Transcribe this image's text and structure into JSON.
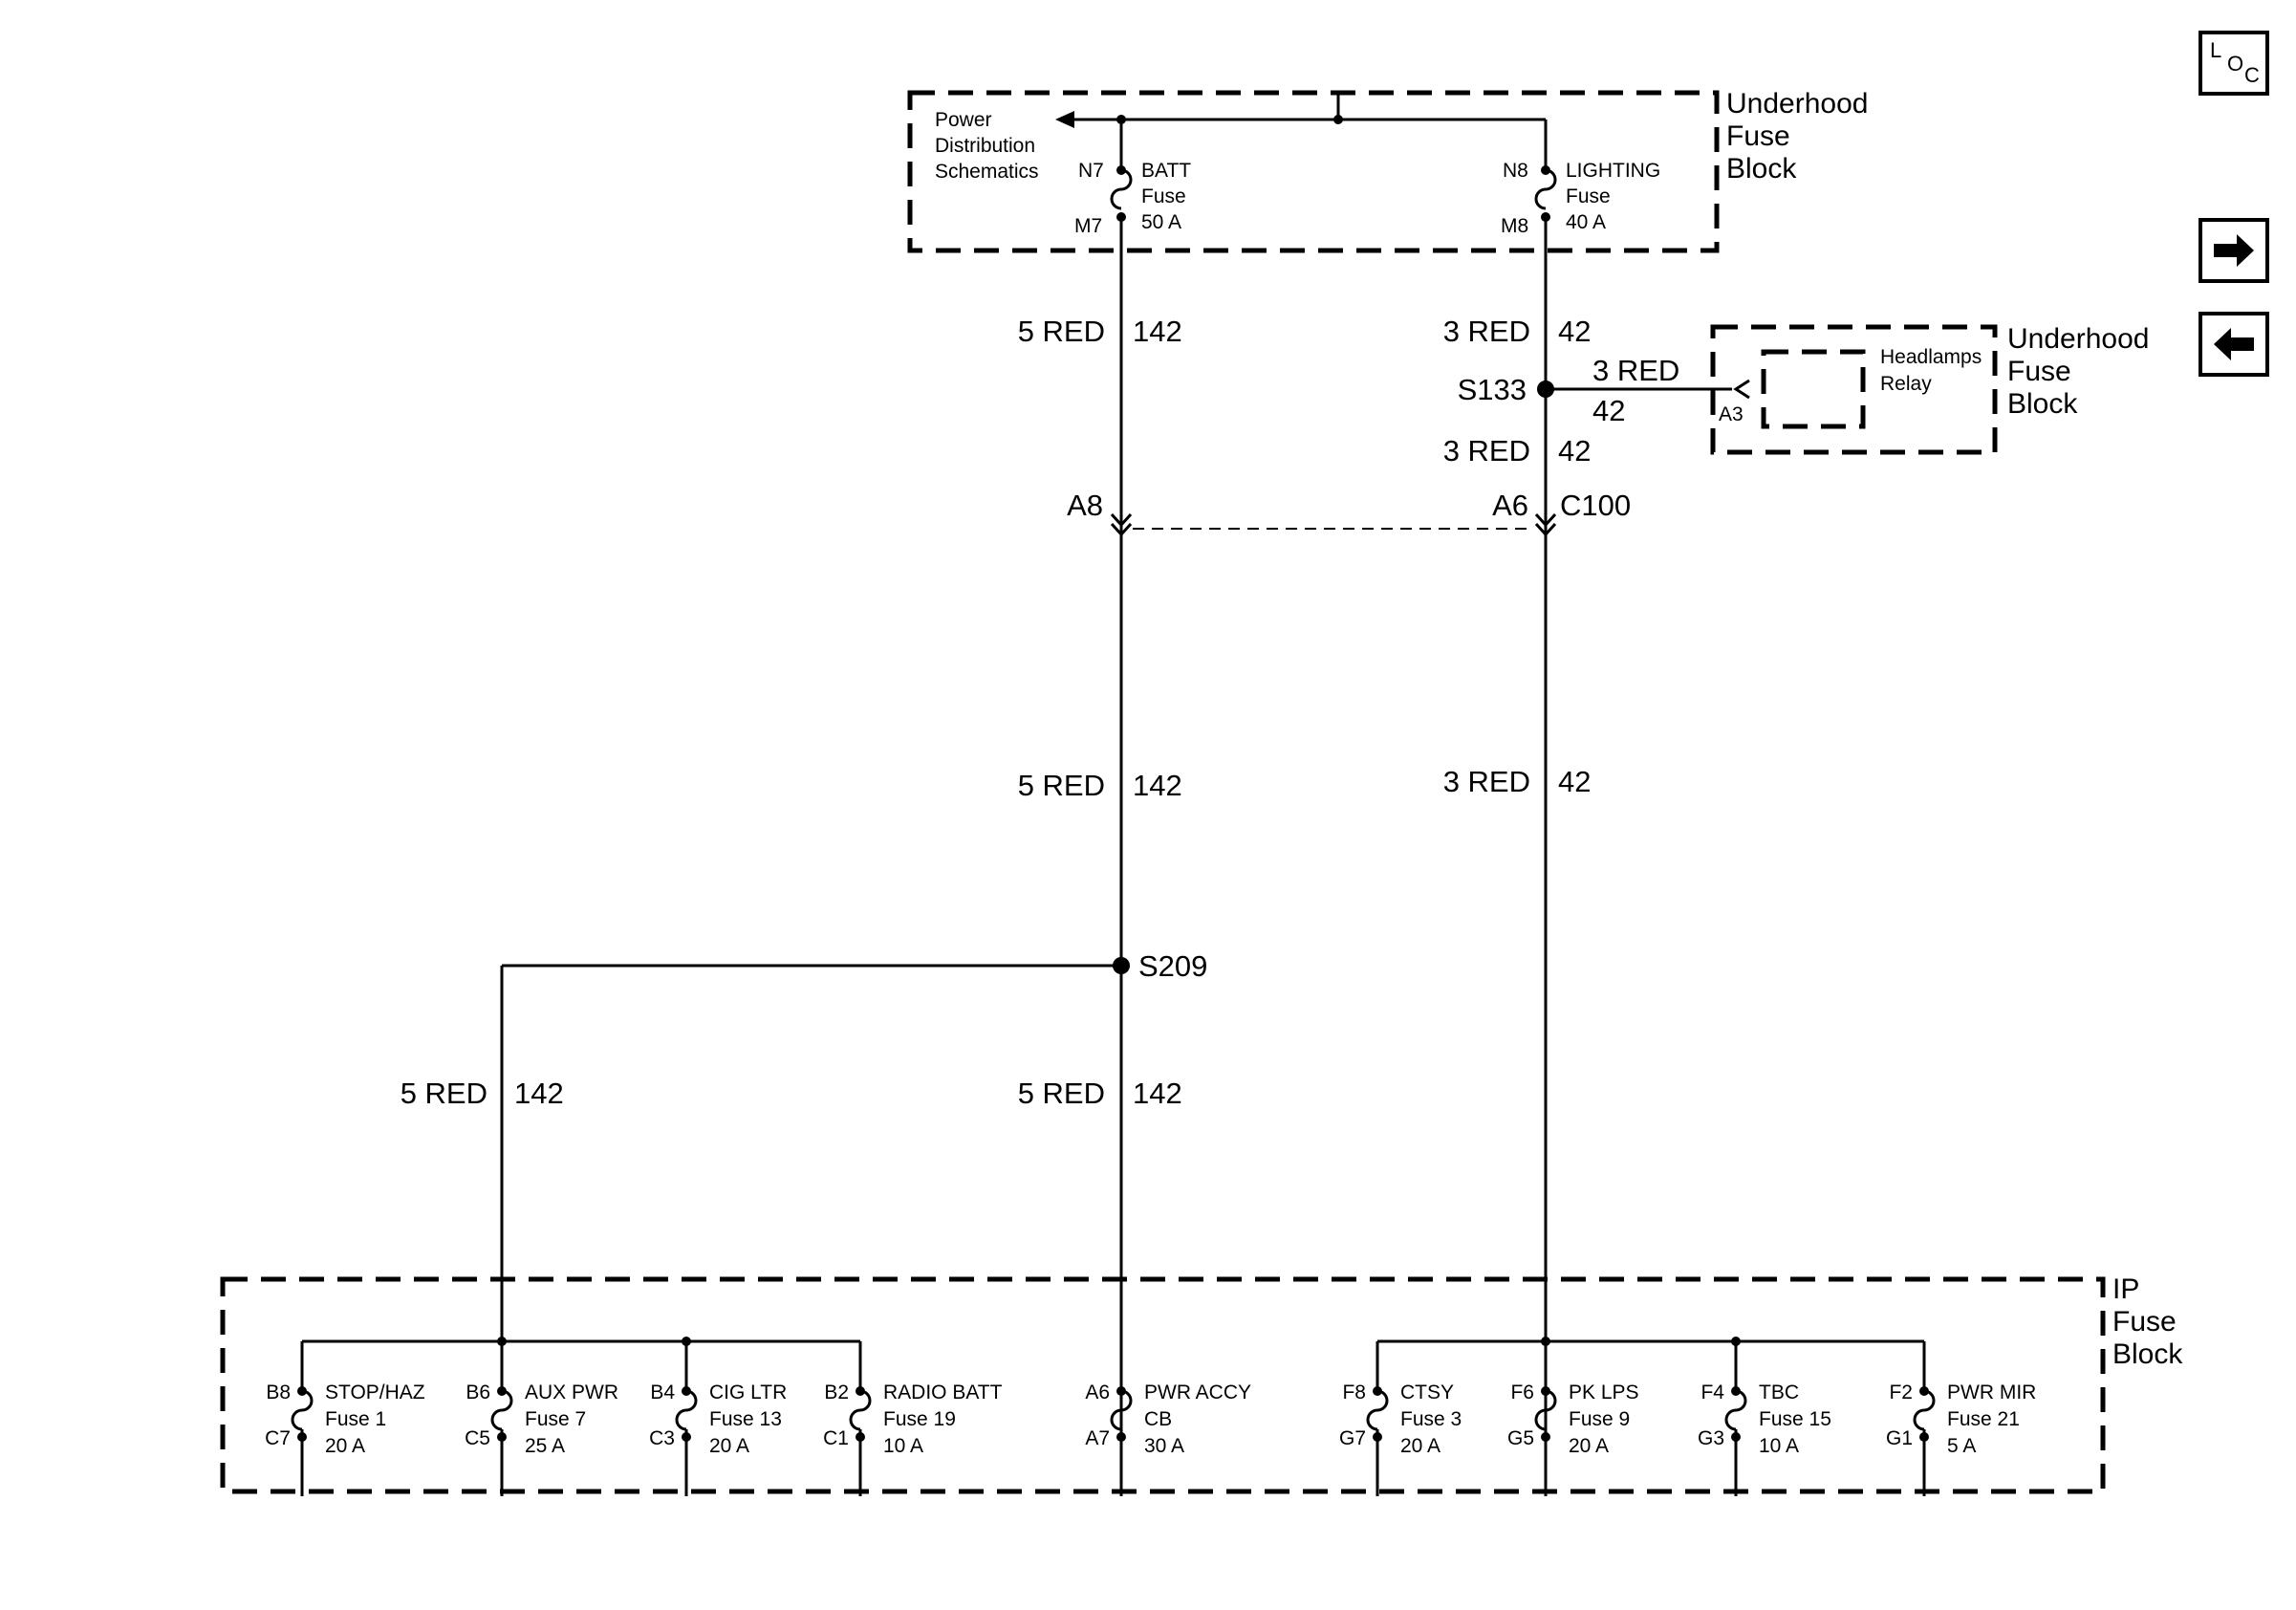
{
  "nav": {
    "loc_letters": [
      "L",
      "O",
      "C"
    ]
  },
  "components": {
    "underhood_top": {
      "title_lines": [
        "Underhood",
        "Fuse",
        "Block"
      ],
      "pds_lines": [
        "Power",
        "Distribution",
        "Schematics"
      ],
      "batt": {
        "in_pin": "N7",
        "out_pin": "M7",
        "lines": [
          "BATT",
          "Fuse",
          "50 A"
        ]
      },
      "lighting": {
        "in_pin": "N8",
        "out_pin": "M8",
        "lines": [
          "LIGHTING",
          "Fuse",
          "40 A"
        ]
      }
    },
    "underhood_relay": {
      "title_lines": [
        "Underhood",
        "Fuse",
        "Block"
      ],
      "pin": "A3",
      "relay_lines": [
        "Headlamps",
        "Relay"
      ]
    },
    "ip_block": {
      "title_lines": [
        "IP",
        "Fuse",
        "Block"
      ],
      "fuses": [
        {
          "in_pin": "B8",
          "out_pin": "C7",
          "lines": [
            "STOP/HAZ",
            "Fuse 1",
            "20 A"
          ]
        },
        {
          "in_pin": "B6",
          "out_pin": "C5",
          "lines": [
            "AUX PWR",
            "Fuse 7",
            "25 A"
          ]
        },
        {
          "in_pin": "B4",
          "out_pin": "C3",
          "lines": [
            "CIG LTR",
            "Fuse 13",
            "20 A"
          ]
        },
        {
          "in_pin": "B2",
          "out_pin": "C1",
          "lines": [
            "RADIO BATT",
            "Fuse 19",
            "10 A"
          ]
        },
        {
          "in_pin": "A6",
          "out_pin": "A7",
          "lines": [
            "PWR ACCY",
            "CB",
            "30 A"
          ]
        },
        {
          "in_pin": "F8",
          "out_pin": "G7",
          "lines": [
            "CTSY",
            "Fuse 3",
            "20 A"
          ]
        },
        {
          "in_pin": "F6",
          "out_pin": "G5",
          "lines": [
            "PK LPS",
            "Fuse 9",
            "20 A"
          ]
        },
        {
          "in_pin": "F4",
          "out_pin": "G3",
          "lines": [
            "TBC",
            "Fuse 15",
            "10 A"
          ]
        },
        {
          "in_pin": "F2",
          "out_pin": "G1",
          "lines": [
            "PWR MIR",
            "Fuse 21",
            "5 A"
          ]
        }
      ]
    }
  },
  "wires": {
    "batt_upper": {
      "color": "5 RED",
      "circuit": "142"
    },
    "light_upper": {
      "color": "3 RED",
      "circuit": "42"
    },
    "relay_branch": {
      "color": "3 RED",
      "circuit": "42"
    },
    "light_mid": {
      "color": "3 RED",
      "circuit": "42"
    },
    "batt_lower": {
      "color": "5 RED",
      "circuit": "142"
    },
    "light_lower": {
      "color": "3 RED",
      "circuit": "42"
    },
    "left_branch": {
      "color": "5 RED",
      "circuit": "142"
    },
    "center_branch": {
      "color": "5 RED",
      "circuit": "142"
    }
  },
  "splices": {
    "s133": "S133",
    "s209": "S209"
  },
  "connector": {
    "name": "C100",
    "left_pin": "A8",
    "right_pin": "A6"
  }
}
